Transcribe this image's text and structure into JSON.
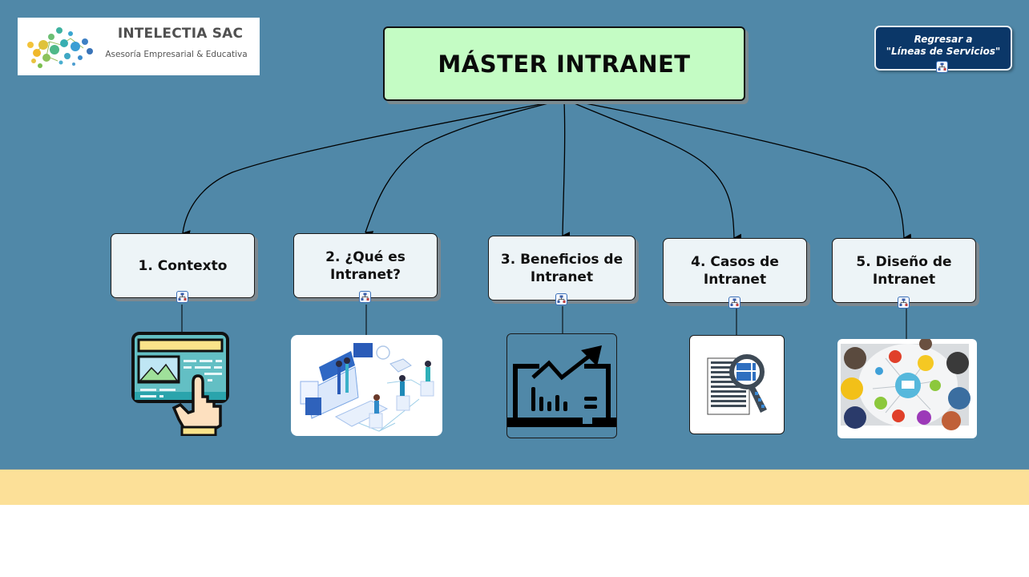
{
  "logo": {
    "title": "INTELECTIA SAC",
    "subtitle": "Asesoría Empresarial & Educativa"
  },
  "back_button": {
    "line1": "Regresar a",
    "line2": "\"Líneas de Servicios\""
  },
  "root": {
    "label": "MÁSTER INTRANET",
    "fill": "#c4fcc4"
  },
  "nodes": [
    {
      "label": "1. Contexto",
      "image": "finger-tapping-webpage-icon"
    },
    {
      "label": "2. ¿Qué es Intranet?",
      "image": "team-working-with-network-illustration"
    },
    {
      "label": "3. Beneficios de Intranet",
      "image": "laptop-growth-chart-icon"
    },
    {
      "label": "4. Casos de Intranet",
      "image": "document-magnifier-icon"
    },
    {
      "label": "5. Diseño de Intranet",
      "image": "team-around-network-table-photo"
    }
  ],
  "colors": {
    "background": "#5088a8",
    "node_fill": "#edf4f7",
    "band": "#fce098",
    "back_button": "#0b3768"
  }
}
